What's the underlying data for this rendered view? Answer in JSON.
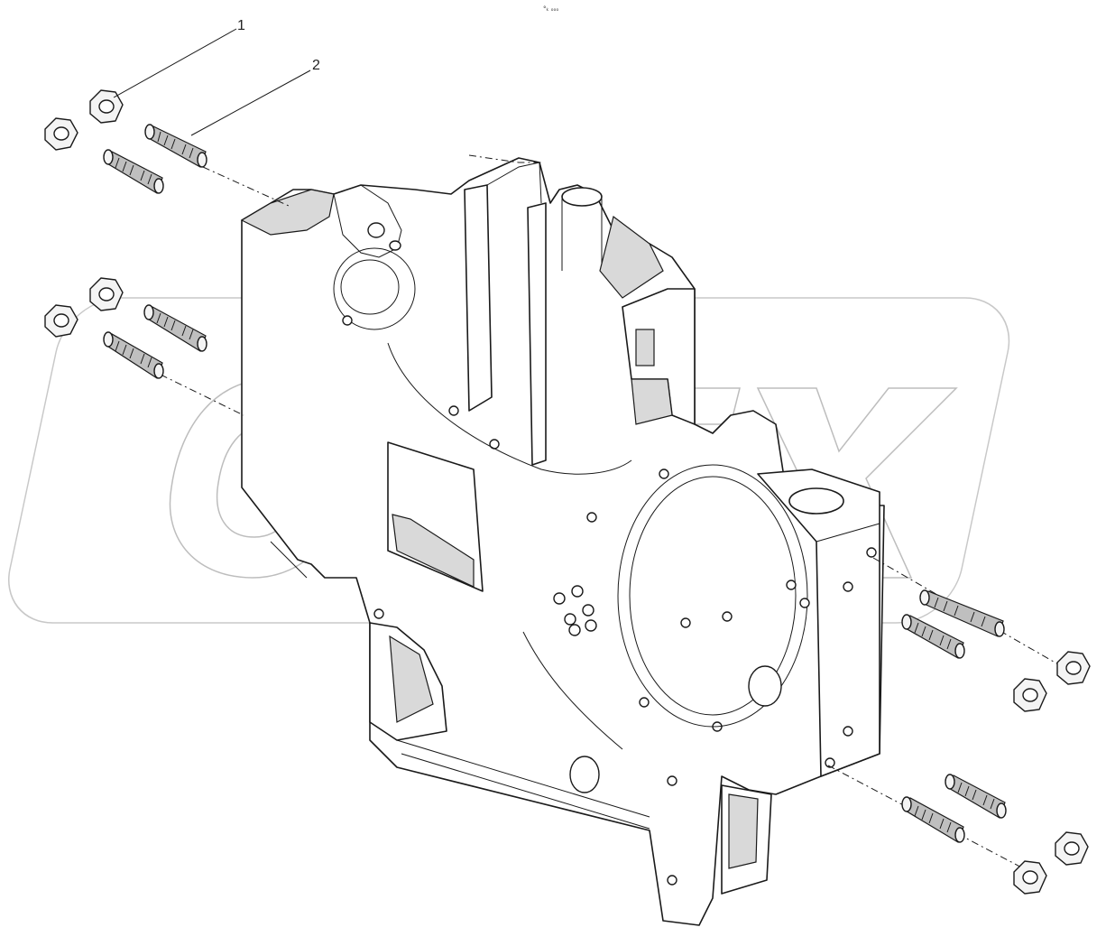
{
  "header": {
    "small_label": "°ₖ ₒₒₒ"
  },
  "callouts": [
    {
      "number": "1",
      "part": "nut"
    },
    {
      "number": "2",
      "part": "stud"
    }
  ],
  "watermark": {
    "text": "OPEX",
    "color": "#c8c8c8"
  },
  "icons": [
    "nut-icon",
    "stud-icon",
    "housing-diagram"
  ]
}
